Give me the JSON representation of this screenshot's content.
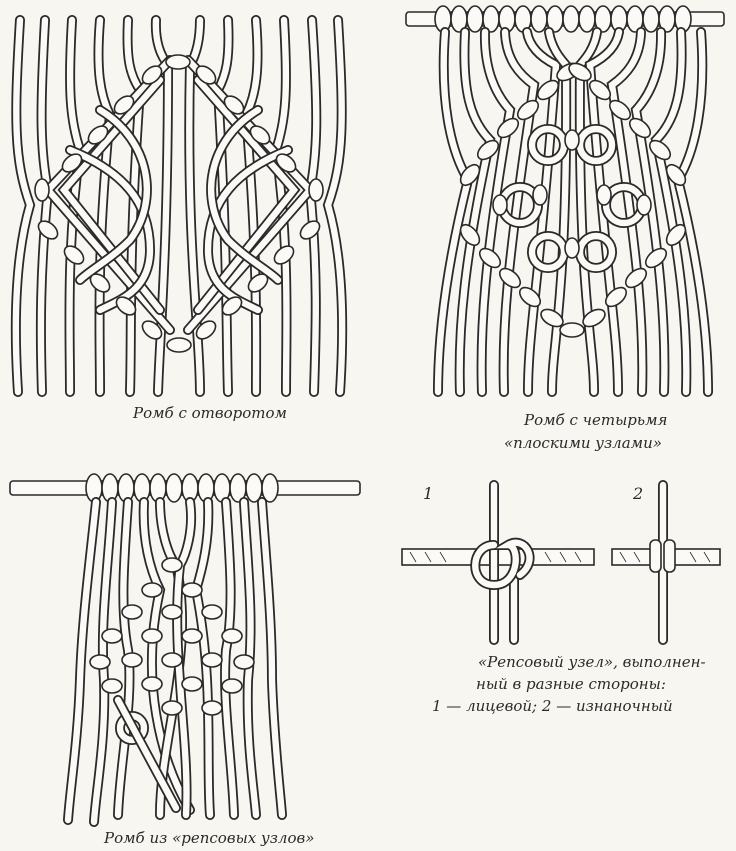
{
  "captions": {
    "rhombus_lapel": "Ромб с отворотом",
    "rhombus_four_line1": "Ромб с четырьмя",
    "rhombus_four_line2": "«плоскими узлами»",
    "rhombus_reps": "Ромб из «репсовых узлов»",
    "reps_line1": "«Репсовый узел», выполнен-",
    "reps_line2": "ный в разные стороны:",
    "reps_line3": "1 — лицевой; 2 — изнаночный"
  },
  "labels": {
    "fig1": "1",
    "fig2": "2"
  },
  "colors": {
    "ink": "#2a2a2a",
    "cord": "#fbfaf6",
    "background": "#f7f6f1"
  }
}
